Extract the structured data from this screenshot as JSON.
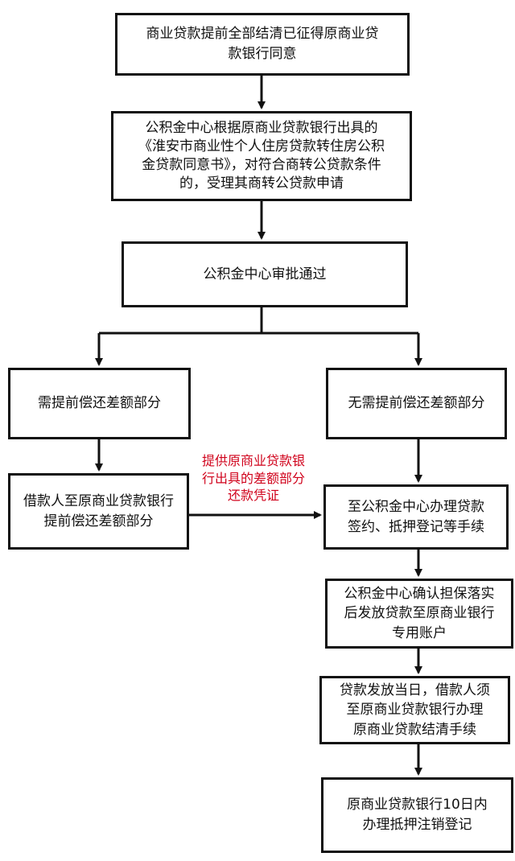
{
  "flowchart": {
    "step1": {
      "lines": [
        "商业贷款提前全部结清已征得原商业贷",
        "款银行同意"
      ]
    },
    "step2": {
      "lines": [
        "公积金中心根据原商业贷款银行出具的",
        "《淮安市商业性个人住房贷款转住房公积",
        "金贷款同意书》，对符合商转公贷款条件",
        "的，受理其商转公贷款申请"
      ]
    },
    "step3": {
      "lines": [
        "公积金中心审批通过"
      ]
    },
    "left_branch": {
      "step1": {
        "lines": [
          "需提前偿还差额部分"
        ]
      },
      "step2": {
        "lines": [
          "借款人至原商业贷款银行",
          "提前偿还差额部分"
        ]
      }
    },
    "connector_note": {
      "lines": [
        "提供原商业贷款银",
        "行出具的差额部分",
        "还款凭证"
      ]
    },
    "right_branch": {
      "step1": {
        "lines": [
          "无需提前偿还差额部分"
        ]
      },
      "step2": {
        "lines": [
          "至公积金中心办理贷款",
          "签约、抵押登记等手续"
        ]
      },
      "step3": {
        "lines": [
          "公积金中心确认担保落实",
          "后发放贷款至原商业银行",
          "专用账户"
        ]
      },
      "step4": {
        "lines": [
          "贷款发放当日，借款人须",
          "至原商业贷款银行办理",
          "原商业贷款结清手续"
        ]
      },
      "step5": {
        "lines": [
          "原商业贷款银行10日内",
          "办理抵押注销登记"
        ]
      }
    },
    "colors": {
      "border": "#111111",
      "arrow": "#111111",
      "note_text": "#d0021b"
    }
  }
}
